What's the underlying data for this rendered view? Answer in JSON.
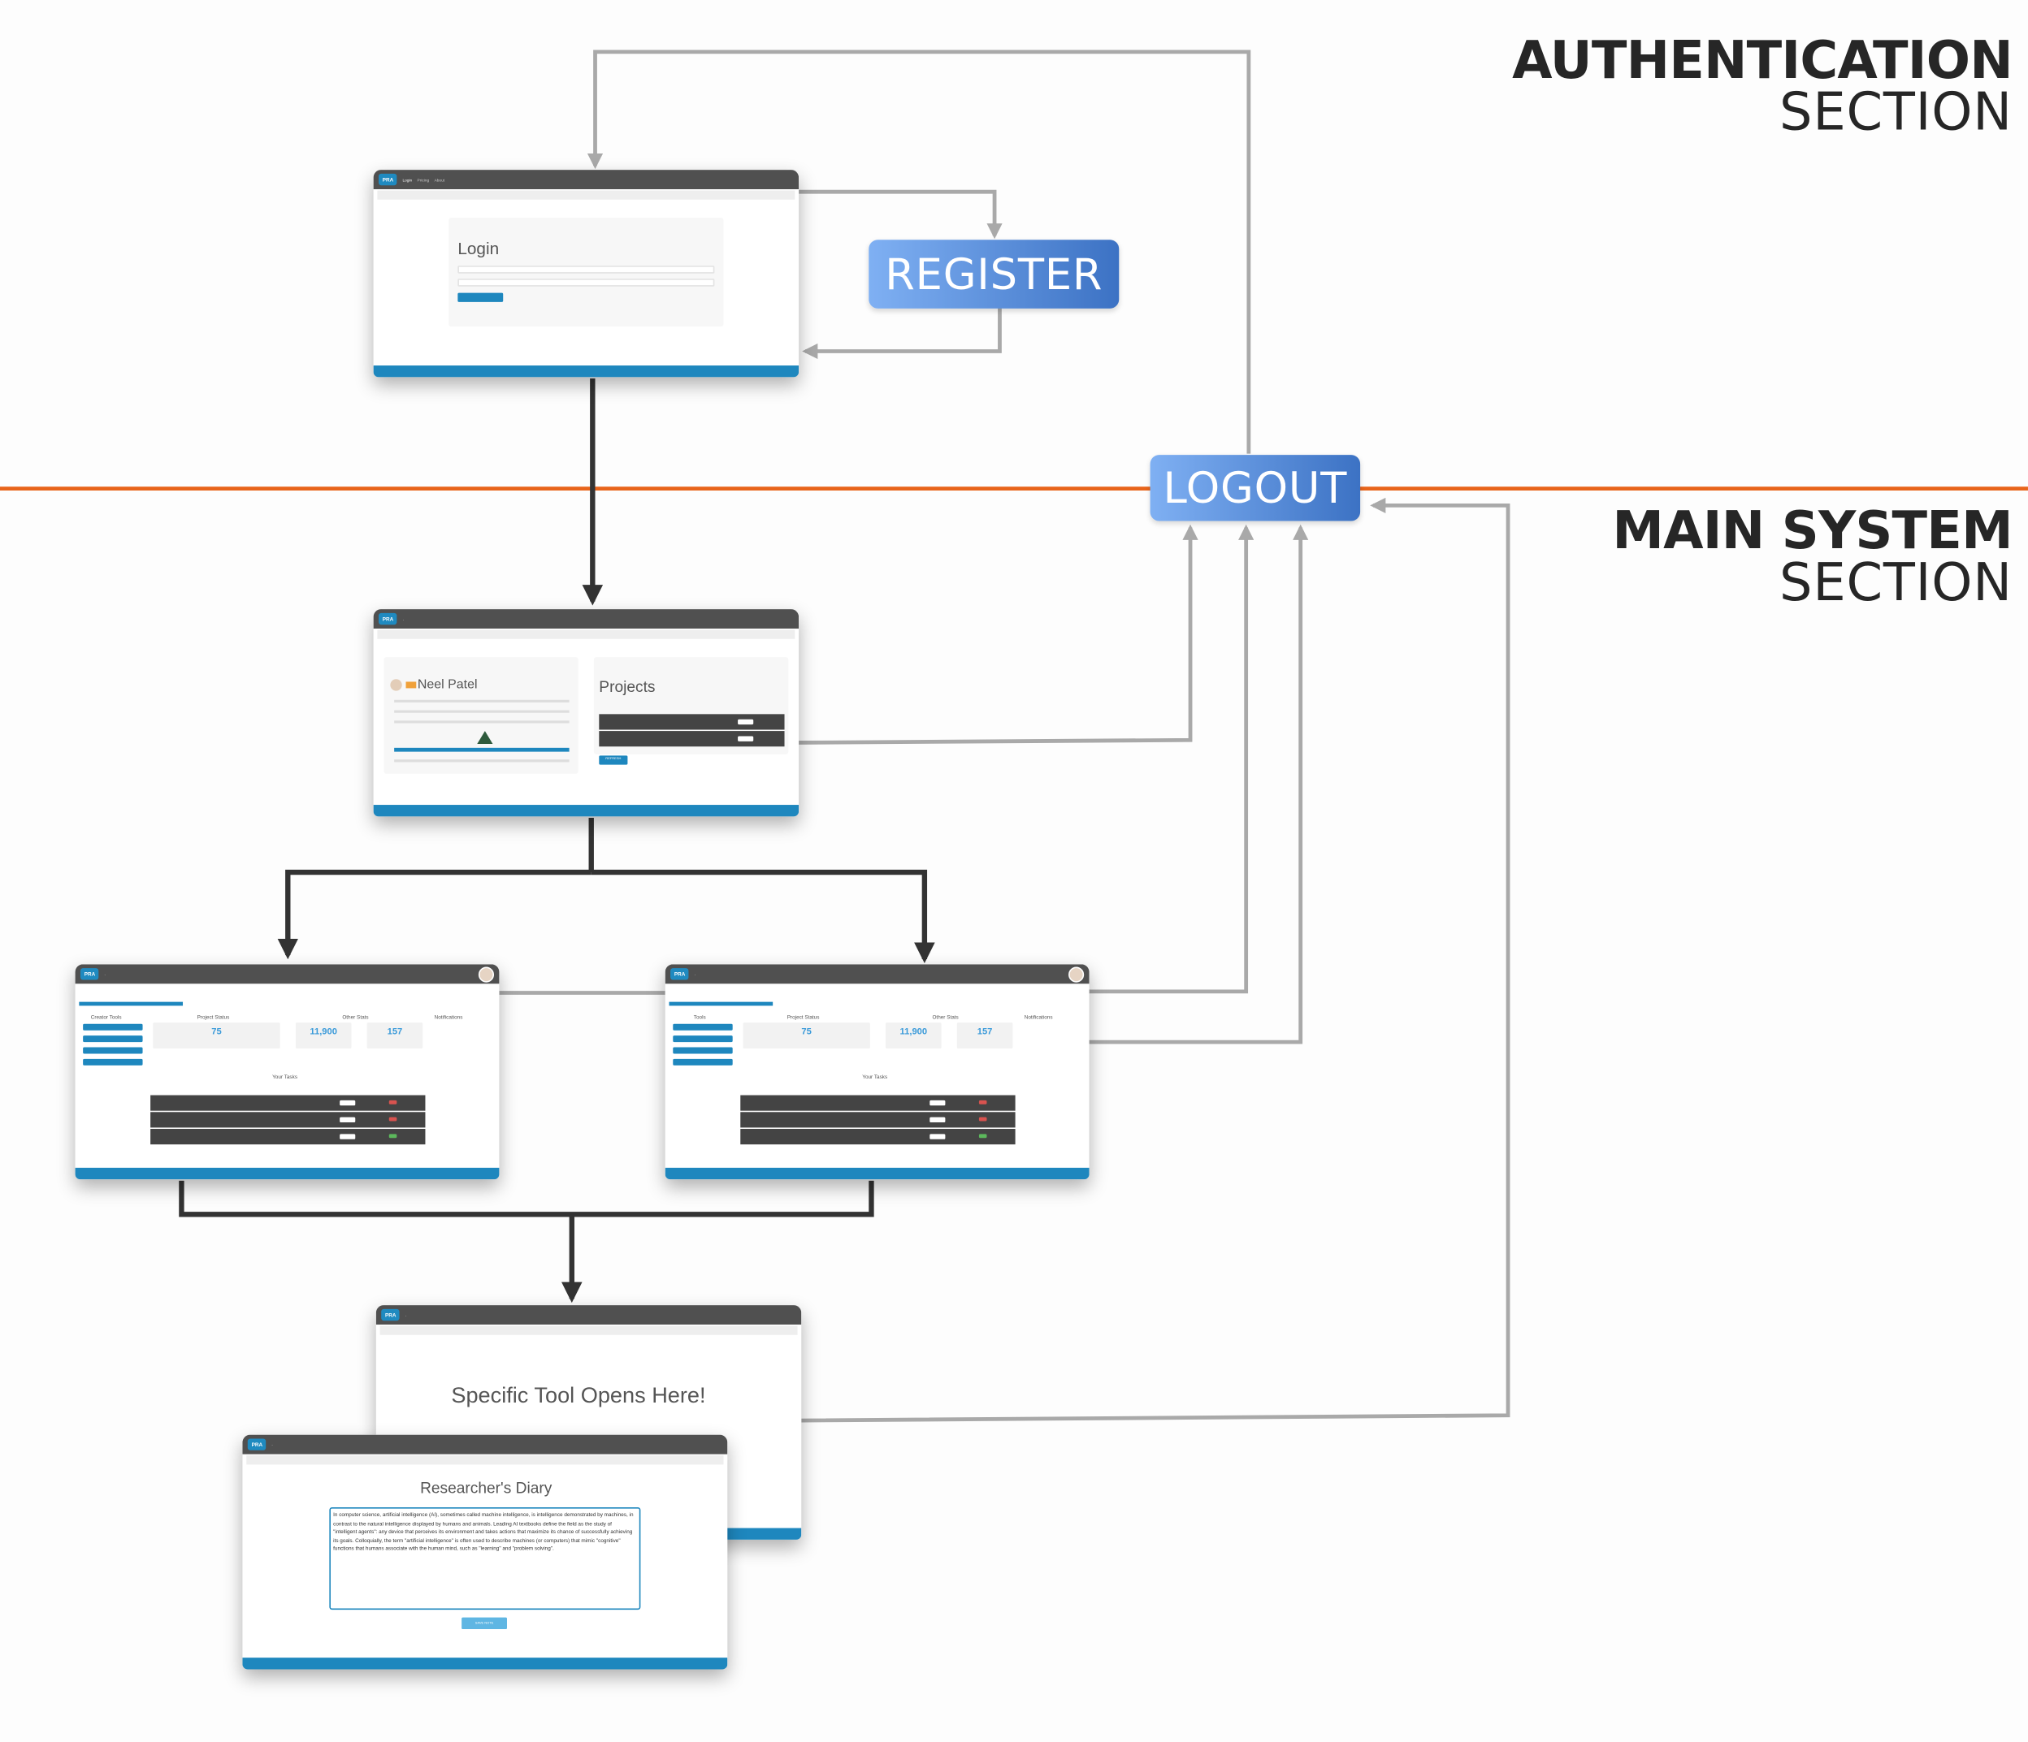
{
  "sections": {
    "auth": {
      "bold": "AUTHENTICATION",
      "light": "SECTION"
    },
    "main": {
      "bold": "MAIN SYSTEM",
      "light": "SECTION"
    }
  },
  "buttons": {
    "register": "REGISTER",
    "logout": "LOGOUT"
  },
  "screens": {
    "login": {
      "title": "Login",
      "logo": "PRA",
      "nav": [
        "Login",
        "Pricing",
        "About"
      ]
    },
    "dashboard": {
      "logo": "PRA",
      "user": "Neel Patel",
      "projects_title": "Projects",
      "refresh": "REFRESH"
    },
    "tools": {
      "logo": "PRA",
      "stats": [
        "75",
        "11,900",
        "157"
      ],
      "section_labels": [
        "Project Status",
        "Other Stats",
        "Notifications"
      ],
      "creator_tools": "Creator Tools",
      "tools": "Tools",
      "your_tasks": "Your Tasks"
    },
    "tool": {
      "title": "Specific Tool Opens Here!"
    },
    "diary": {
      "logo": "PRA",
      "title": "Researcher's Diary",
      "text": "In computer science, artificial intelligence (AI), sometimes called machine intelligence, is intelligence demonstrated by machines, in contrast to the natural intelligence displayed by humans and animals. Leading AI textbooks define the field as the study of \"intelligent agents\": any device that perceives its environment and takes actions that maximize its chance of successfully achieving its goals. Colloquially, the term \"artificial intelligence\" is often used to describe machines (or computers) that mimic \"cognitive\" functions that humans associate with the human mind, such as \"learning\" and \"problem solving\".",
      "save": "SAVE NOTE"
    }
  },
  "colors": {
    "divider": "#e8641b",
    "button_start": "#7fb0f3",
    "button_end": "#3c72c4",
    "accent": "#1e87be",
    "arrow_grey": "#a9a9a9",
    "arrow_dark": "#333333"
  }
}
